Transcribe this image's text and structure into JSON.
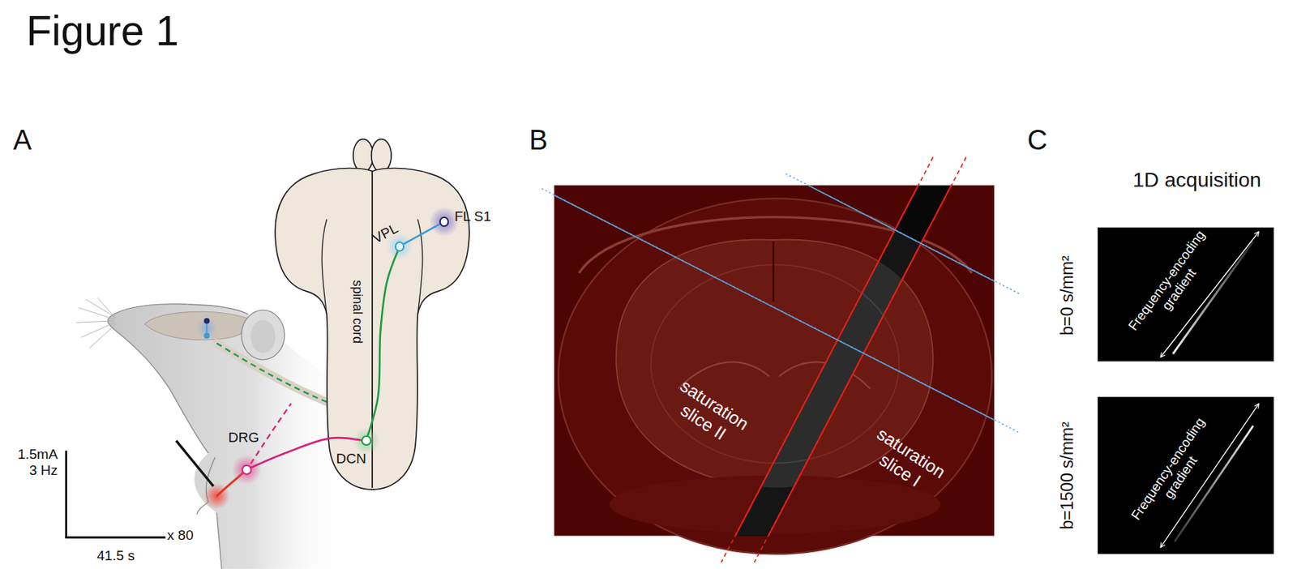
{
  "diagram": {
    "title": "Figure 1",
    "nodes": [
      {
        "text": [
          "FL S1"
        ]
      },
      {
        "text": [
          "VPL"
        ]
      },
      {
        "text": [
          "DCN"
        ]
      },
      {
        "text": [
          "DRG"
        ]
      }
    ],
    "edges": [
      {
        "from": 3,
        "to": 2,
        "arrow": "none"
      },
      {
        "from": 2,
        "to": 1,
        "arrow": "none"
      },
      {
        "from": 1,
        "to": 0,
        "arrow": "none"
      }
    ],
    "labels": [
      "A",
      "B",
      "C",
      "spinal cord",
      "1.5mA 3 Hz",
      "41.5 s",
      "x 80",
      "saturation slice II",
      "saturation slice I",
      "1D acquisition",
      "b=0 s/mm²",
      "Frequency-encoding gradient",
      "b=1500 s/mm²",
      "Frequency-encoding gradient"
    ]
  }
}
